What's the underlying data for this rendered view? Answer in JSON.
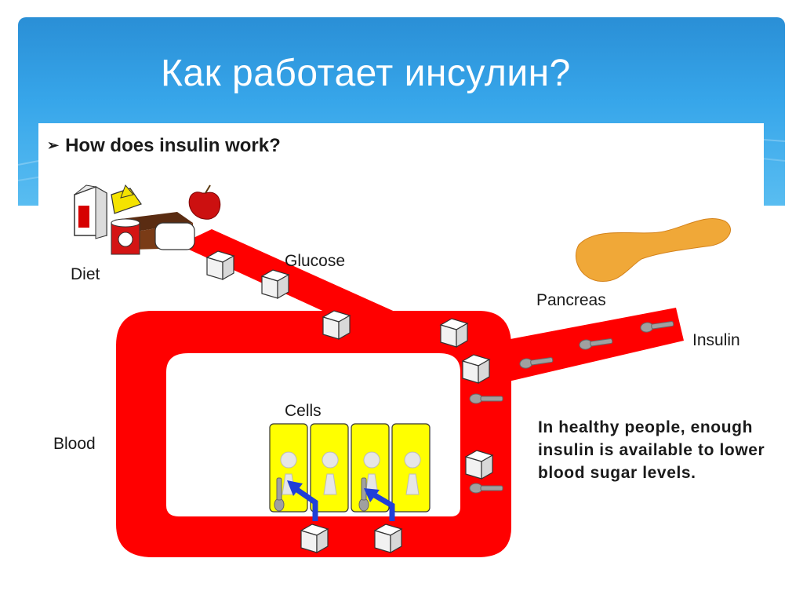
{
  "slide": {
    "title": "Как работает инсулин?"
  },
  "diagram": {
    "bullet": "➢",
    "subtitle": "How does insulin work?",
    "labels": {
      "diet": "Diet",
      "glucose": "Glucose",
      "pancreas": "Pancreas",
      "insulin": "Insulin",
      "cells": "Cells",
      "blood": "Blood"
    },
    "note": "In healthy people, enough insulin is available to lower blood sugar levels."
  },
  "colors": {
    "header_top": "#2a8fd6",
    "header_bottom": "#59bdf1",
    "blood": "#ff0000",
    "cells": "#ffff00",
    "pancreas": "#f0a838",
    "arrow": "#1f3fd8",
    "insulin_key": "#9a9a9a"
  },
  "icons": [
    "milk-carton-icon",
    "cheese-icon",
    "apple-icon",
    "bread-icon",
    "can-icon",
    "sugar-cube-icon",
    "insulin-key-icon",
    "pancreas-icon",
    "arrow-icon"
  ]
}
